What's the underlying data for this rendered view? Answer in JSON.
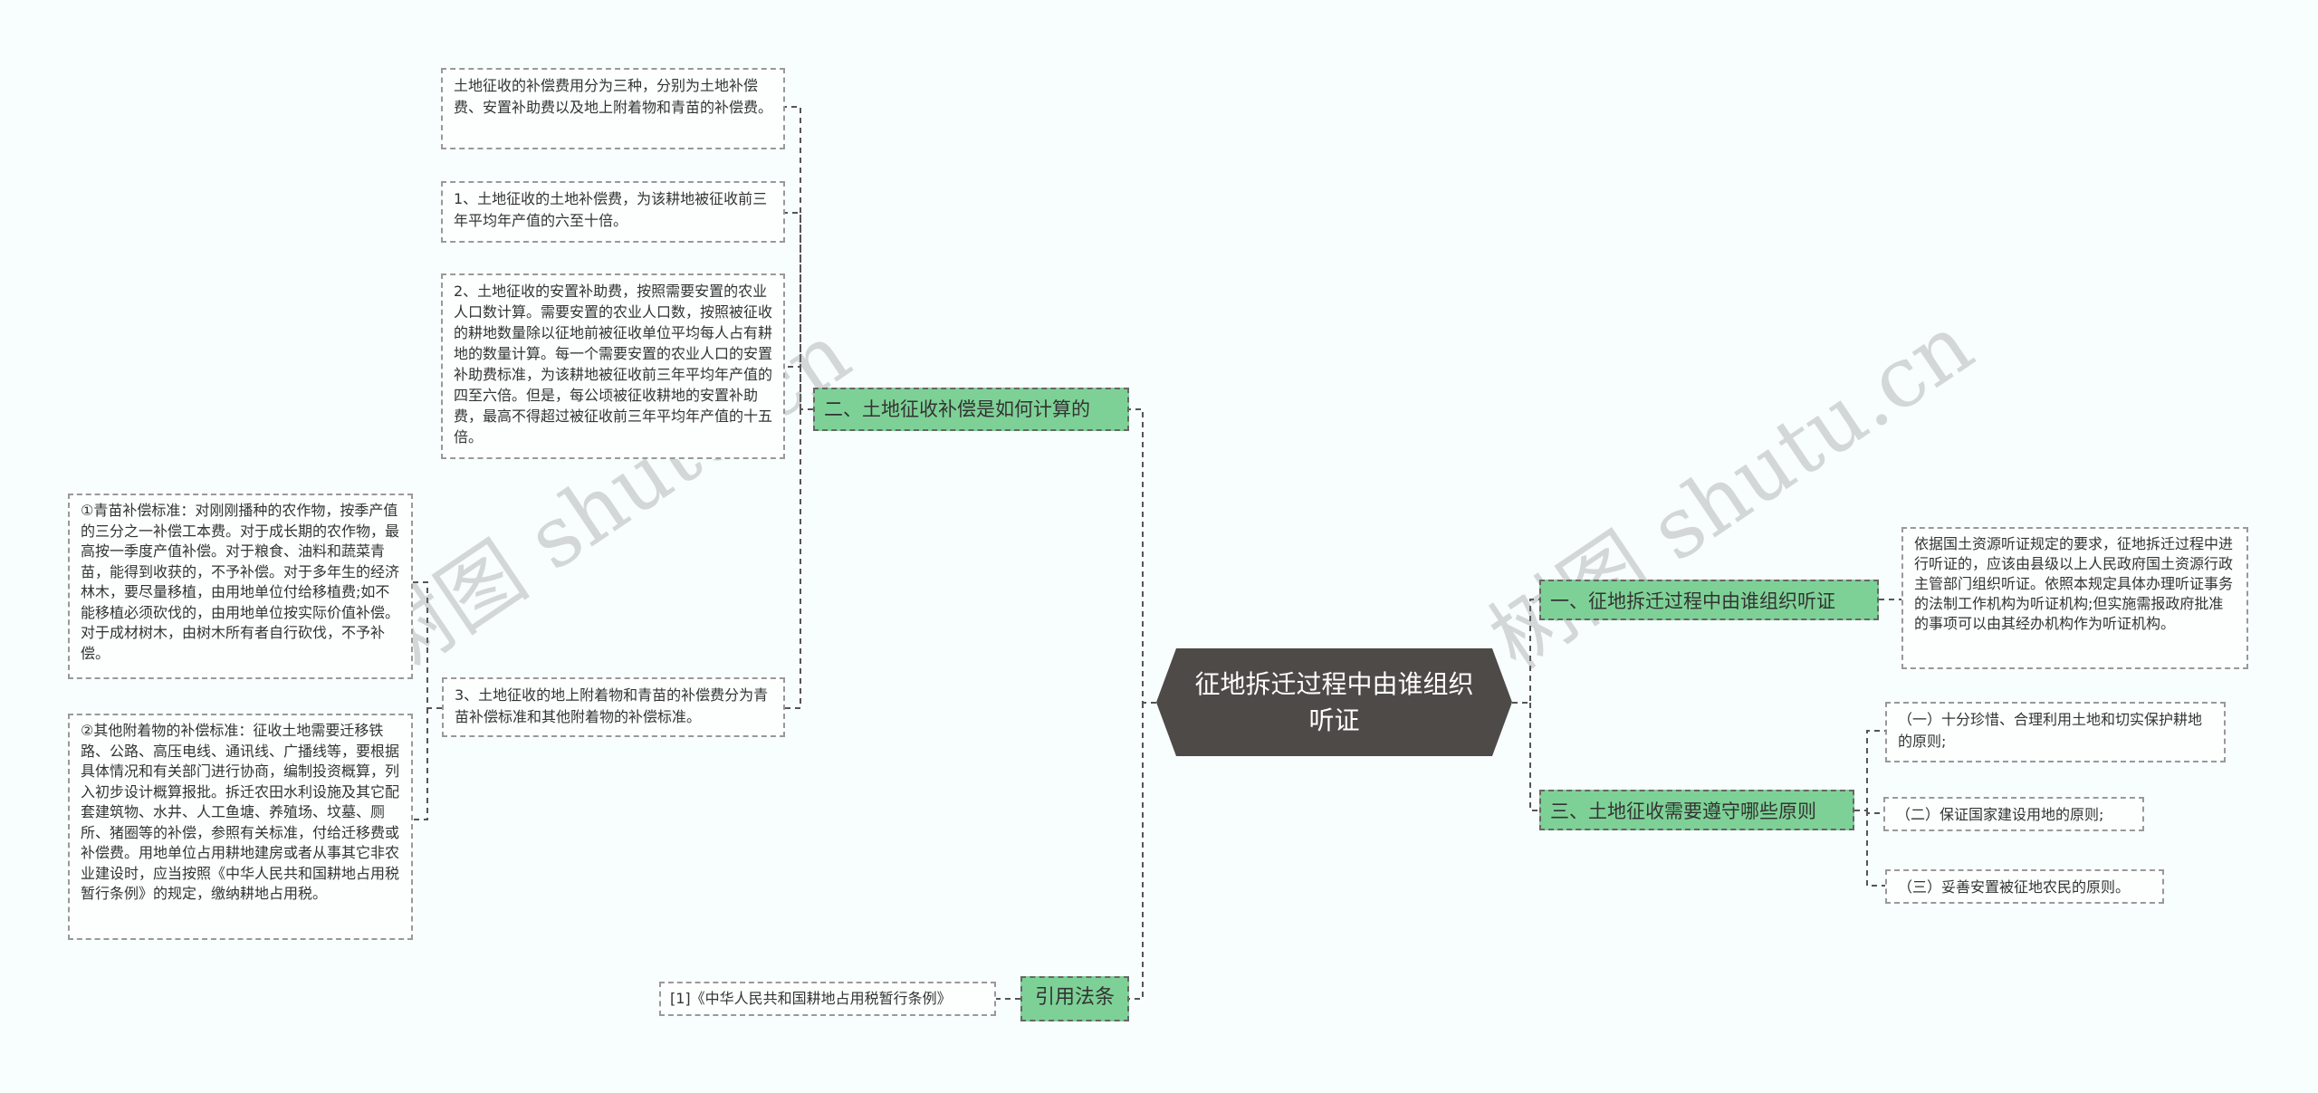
{
  "root": {
    "label": "征地拆迁过程中由谁组织听证"
  },
  "branches": {
    "b1": {
      "label": "一、征地拆迁过程中由谁组织听证",
      "leaves": [
        "依据国土资源听证规定的要求，征地拆迁过程中进行听证的，应该由县级以上人民政府国土资源行政主管部门组织听证。依照本规定具体办理听证事务的法制工作机构为听证机构;但实施需报政府批准的事项可以由其经办机构作为听证机构。"
      ]
    },
    "b2": {
      "label": "二、土地征收补偿是如何计算的",
      "leaves": [
        "土地征收的补偿费用分为三种，分别为土地补偿费、安置补助费以及地上附着物和青苗的补偿费。",
        "1、土地征收的土地补偿费，为该耕地被征收前三年平均年产值的六至十倍。",
        "2、土地征收的安置补助费，按照需要安置的农业人口数计算。需要安置的农业人口数，按照被征收的耕地数量除以征地前被征收单位平均每人占有耕地的数量计算。每一个需要安置的农业人口的安置补助费标准，为该耕地被征收前三年平均年产值的四至六倍。但是，每公顷被征收耕地的安置补助费，最高不得超过被征收前三年平均年产值的十五倍。",
        "3、土地征收的地上附着物和青苗的补偿费分为青苗补偿标准和其他附着物的补偿标准。"
      ],
      "sub_leaves": [
        "①青苗补偿标准：对刚刚播种的农作物，按季产值的三分之一补偿工本费。对于成长期的农作物，最高按一季度产值补偿。对于粮食、油料和蔬菜青苗，能得到收获的，不予补偿。对于多年生的经济林木，要尽量移植，由用地单位付给移植费;如不能移植必须砍伐的，由用地单位按实际价值补偿。对于成材树木，由树木所有者自行砍伐，不予补偿。",
        "②其他附着物的补偿标准：征收土地需要迁移铁路、公路、高压电线、通讯线、广播线等，要根据具体情况和有关部门进行协商，编制投资概算，列入初步设计概算报批。拆迁农田水利设施及其它配套建筑物、水井、人工鱼塘、养殖场、坟墓、厕所、猪圈等的补偿，参照有关标准，付给迁移费或补偿费。用地单位占用耕地建房或者从事其它非农业建设时，应当按照《中华人民共和国耕地占用税暂行条例》的规定，缴纳耕地占用税。"
      ]
    },
    "b3": {
      "label": "三、土地征收需要遵守哪些原则",
      "leaves": [
        "（一）十分珍惜、合理利用土地和切实保护耕地的原则;",
        "（二）保证国家建设用地的原则;",
        "（三）妥善安置被征地农民的原则。"
      ]
    },
    "b4": {
      "label": "引用法条",
      "leaves": [
        "[1]《中华人民共和国耕地占用税暂行条例》"
      ]
    }
  },
  "watermark": [
    "树图 shutu.cn",
    "树图 shutu.cn"
  ]
}
